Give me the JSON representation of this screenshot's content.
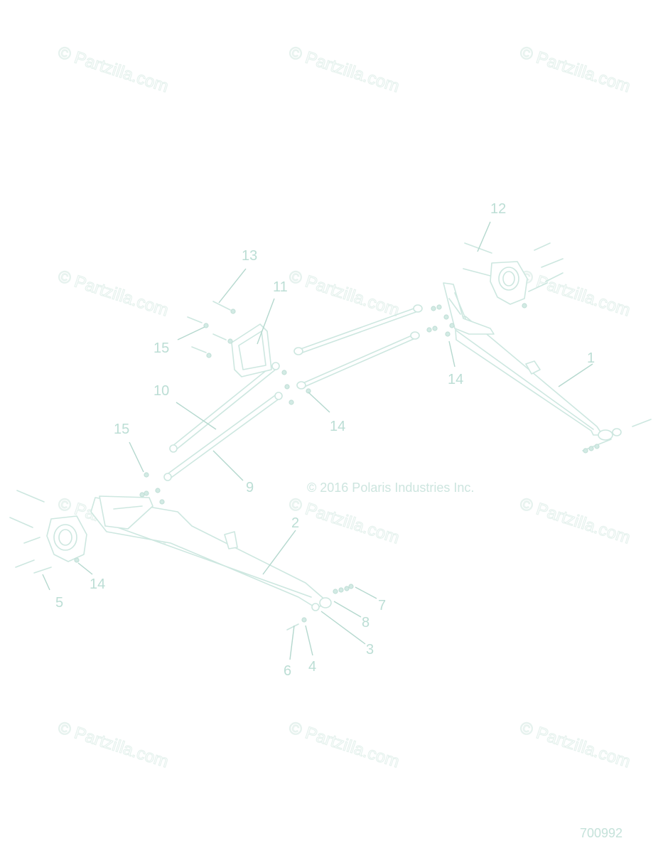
{
  "watermark": {
    "text": "© Partzilla.com",
    "color": "#e6f2ee"
  },
  "copyright": "© 2016 Polaris Industries Inc.",
  "drawing_number": "700992",
  "callouts": [
    {
      "id": "c1",
      "label": "1"
    },
    {
      "id": "c2",
      "label": "2"
    },
    {
      "id": "c3",
      "label": "3"
    },
    {
      "id": "c4",
      "label": "4"
    },
    {
      "id": "c5",
      "label": "5"
    },
    {
      "id": "c6",
      "label": "6"
    },
    {
      "id": "c7",
      "label": "7"
    },
    {
      "id": "c8",
      "label": "8"
    },
    {
      "id": "c9",
      "label": "9"
    },
    {
      "id": "c10",
      "label": "10"
    },
    {
      "id": "c11",
      "label": "11"
    },
    {
      "id": "c12",
      "label": "12"
    },
    {
      "id": "c13",
      "label": "13"
    },
    {
      "id": "c14a",
      "label": "14"
    },
    {
      "id": "c14b",
      "label": "14"
    },
    {
      "id": "c14c",
      "label": "14"
    },
    {
      "id": "c15a",
      "label": "15"
    },
    {
      "id": "c15b",
      "label": "15"
    }
  ],
  "colors": {
    "line_art": "#cde7e0",
    "callout_text": "#bcded5",
    "background": "#ffffff"
  }
}
